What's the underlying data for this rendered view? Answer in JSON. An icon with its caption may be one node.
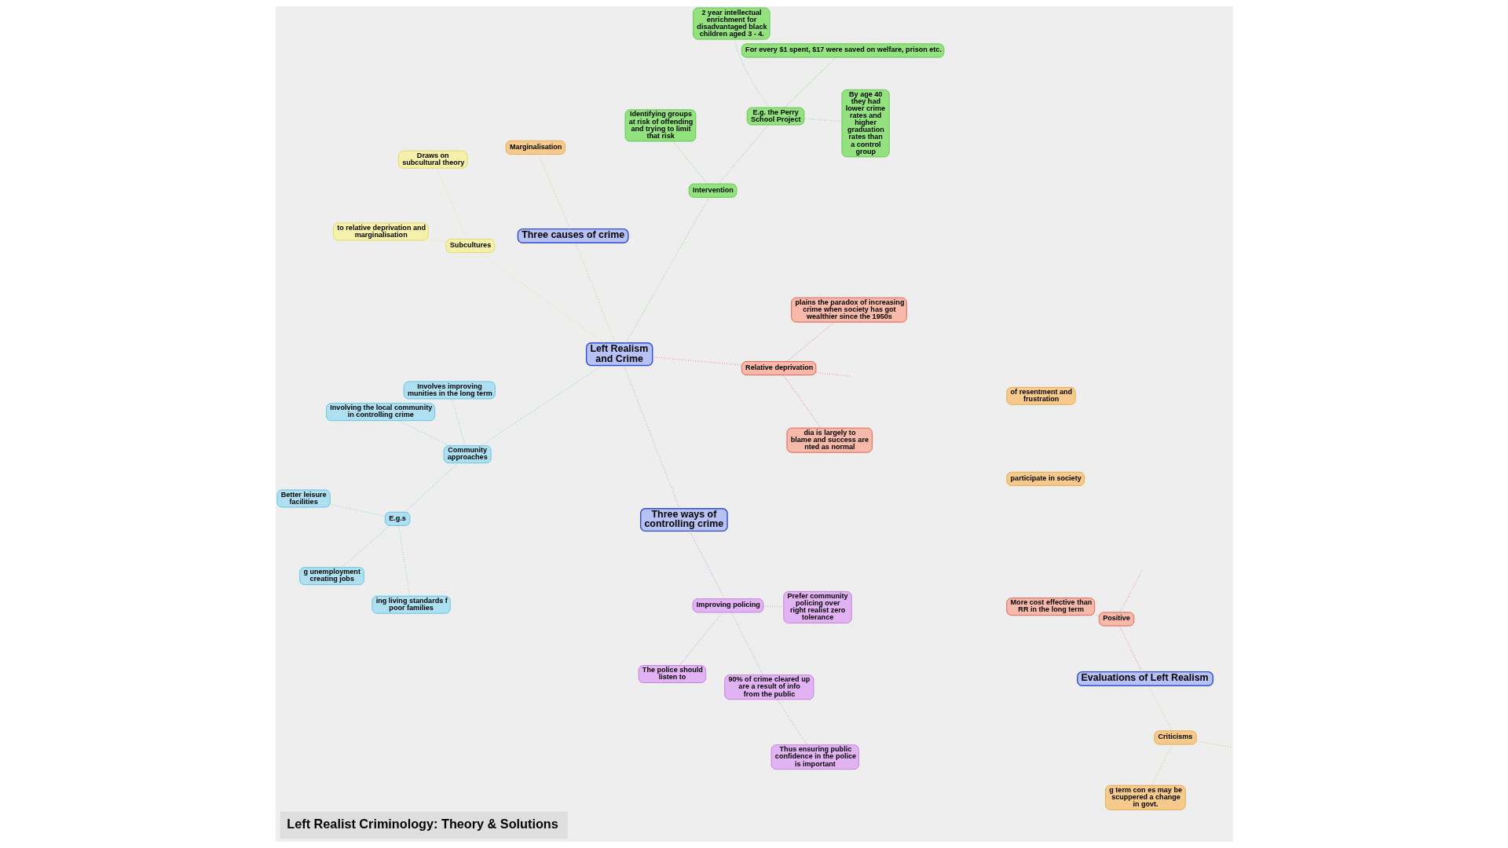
{
  "diagram": {
    "title": "Left Realist Criminology: Theory & Solutions",
    "nodes": [
      {
        "text": [
          "participate in society"
        ]
      },
      {
        "text": [
          "Marginalisation"
        ]
      },
      {
        "text": [
          "of resentment and frustration"
        ]
      },
      {
        "text": [
          "to relative deprivation and marginalisation"
        ]
      },
      {
        "text": [
          "dia is largely to blame and success are nted as normal"
        ]
      },
      {
        "text": [
          "Relative deprivation"
        ]
      },
      {
        "text": [
          "Three causes of crime"
        ]
      },
      {
        "text": [
          "Subcultures"
        ]
      },
      {
        "text": [
          "Draws on subcultural theory"
        ]
      },
      {
        "text": [
          "plains the paradox of increasing crime when society has got wealthier since the 1950s"
        ]
      },
      {
        "text": [
          "Left Realism and Crime"
        ]
      },
      {
        "text": [
          "Identifying groups at risk of offending and trying to limit that risk"
        ]
      },
      {
        "text": [
          "2 year intellectual enrichment for disadvantaged black children aged 3 - 4."
        ]
      },
      {
        "text": [
          "By age 40 they had lower crime rates and higher graduation rates than a control group"
        ]
      },
      {
        "text": [
          "Involving the local community in controlling crime"
        ]
      },
      {
        "text": [
          "Involves improving munities in the long term"
        ]
      },
      {
        "text": [
          "Community approaches"
        ]
      },
      {
        "text": [
          "Three ways of controlling crime"
        ]
      },
      {
        "text": [
          "Intervention"
        ]
      },
      {
        "text": [
          "E.g. the Perry School Project"
        ]
      },
      {
        "text": [
          "g unemployment creating jobs"
        ]
      },
      {
        "text": [
          "E.g.s"
        ]
      },
      {
        "text": [
          "Better leisure facilities"
        ]
      },
      {
        "text": [
          "For every $1 spent, $17 were saved on welfare, prison etc."
        ]
      },
      {
        "text": [
          "ing living standards f poor families"
        ]
      },
      {
        "text": [
          "Improving policing"
        ]
      },
      {
        "text": [
          "Prefer community policing over right realist zero tolerance"
        ]
      },
      {
        "text": [
          "The police should listen to"
        ]
      },
      {
        "text": [
          "90% of crime cleared up are a result of info from the public"
        ]
      },
      {
        "text": [
          "Thus ensuring public confidence in the police is important"
        ]
      },
      {
        "text": [
          "g term con es may be scuppered a change in govt."
        ]
      },
      {
        "text": [
          "Criticisms"
        ]
      },
      {
        "text": [
          "Evaluations of Left Realism"
        ]
      },
      {
        "text": [
          "Positive"
        ]
      },
      {
        "text": [
          "More cost effective than RR in the long term"
        ]
      }
    ],
    "edges": [
      {
        "from": 10,
        "to": 6,
        "arrow": "none",
        "color": "#e8a448"
      },
      {
        "from": 6,
        "to": 1,
        "arrow": "none",
        "color": "#e8a448"
      },
      {
        "from": 10,
        "to": 5,
        "arrow": "none",
        "color": "#e8574a"
      },
      {
        "from": 5,
        "to": 4,
        "arrow": "none",
        "color": "#e8574a"
      },
      {
        "from": 5,
        "to": 9,
        "arrow": "none",
        "color": "#e8574a"
      },
      {
        "from": 5,
        "to": null,
        "arrow": "none",
        "color": "#e8574a"
      },
      {
        "from": 10,
        "to": 7,
        "arrow": "none",
        "color": "#e4d860"
      },
      {
        "from": 7,
        "to": 3,
        "arrow": "none",
        "color": "#e4d860"
      },
      {
        "from": 7,
        "to": 8,
        "arrow": "none",
        "color": "#e4d860"
      },
      {
        "from": 10,
        "to": 16,
        "arrow": "none",
        "color": "#5cc0e0"
      },
      {
        "from": 16,
        "to": 14,
        "arrow": "none",
        "color": "#5cc0e0"
      },
      {
        "from": 16,
        "to": 15,
        "arrow": "none",
        "color": "#5cc0e0"
      },
      {
        "from": 16,
        "to": 21,
        "arrow": "none",
        "color": "#5cc0e0"
      },
      {
        "from": 21,
        "to": 20,
        "arrow": "none",
        "color": "#5cc0e0"
      },
      {
        "from": 21,
        "to": 24,
        "arrow": "none",
        "color": "#5cc0e0"
      },
      {
        "from": 21,
        "to": 22,
        "arrow": "none",
        "color": "#5cc0e0"
      },
      {
        "from": 10,
        "to": 17,
        "arrow": "none",
        "color": "#c070e0"
      },
      {
        "from": 10,
        "to": 18,
        "arrow": "none",
        "color": "#62cc50"
      },
      {
        "from": 18,
        "to": 11,
        "arrow": "none",
        "color": "#62cc50"
      },
      {
        "from": 18,
        "to": 19,
        "arrow": "none",
        "color": "#62cc50"
      },
      {
        "from": 19,
        "to": 12,
        "arrow": "none",
        "color": "#62cc50"
      },
      {
        "from": 19,
        "to": 13,
        "arrow": "none",
        "color": "#62cc50"
      },
      {
        "from": 19,
        "to": 23,
        "arrow": "none",
        "color": "#62cc50"
      },
      {
        "from": 17,
        "to": 25,
        "arrow": "none",
        "color": "#c070e0"
      },
      {
        "from": 25,
        "to": 26,
        "arrow": "none",
        "color": "#c070e0"
      },
      {
        "from": 25,
        "to": 27,
        "arrow": "none",
        "color": "#c070e0"
      },
      {
        "from": 25,
        "to": 28,
        "arrow": "none",
        "color": "#c070e0"
      },
      {
        "from": 28,
        "to": 29,
        "arrow": "none",
        "color": "#c070e0"
      },
      {
        "from": 31,
        "to": 30,
        "arrow": "none",
        "color": "#e8a448"
      },
      {
        "from": 31,
        "to": 32,
        "arrow": "none",
        "color": "#e8a448"
      },
      {
        "from": 31,
        "to": null,
        "arrow": "none",
        "color": "#e8a448"
      },
      {
        "from": 32,
        "to": 33,
        "arrow": "none",
        "color": "#e8574a"
      },
      {
        "from": 33,
        "to": 34,
        "arrow": "none",
        "color": "#e8574a"
      },
      {
        "from": 33,
        "to": null,
        "arrow": "none",
        "color": "#e8574a"
      }
    ]
  }
}
